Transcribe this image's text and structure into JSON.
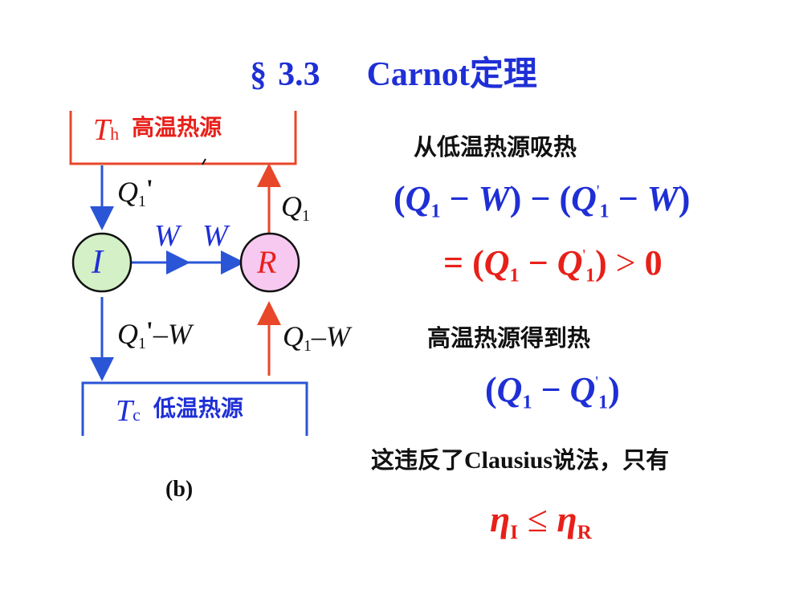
{
  "title": {
    "section_mark": "§",
    "number": "3.3",
    "text": "Carnot定理"
  },
  "diagram": {
    "hot_reservoir": {
      "symbol": "T",
      "subscript": "h",
      "label": "高温热源"
    },
    "cold_reservoir": {
      "symbol": "T",
      "subscript": "c",
      "label": "低温热源"
    },
    "engine_I": {
      "label": "I"
    },
    "engine_R": {
      "label": "R"
    },
    "work_labels": [
      "W",
      "W"
    ],
    "q_left_top": {
      "symbol": "Q",
      "subscript": "1",
      "prime": "'"
    },
    "q_right_top": {
      "symbol": "Q",
      "subscript": "1"
    },
    "q_left_bottom": {
      "symbol": "Q",
      "subscript": "1",
      "prime": "'",
      "suffix": "–W"
    },
    "q_right_bottom": {
      "symbol": "Q",
      "subscript": "1",
      "suffix": "–W"
    },
    "caption": "(b)",
    "colors": {
      "hot": "#e8472a",
      "cold": "#2a55d6",
      "engine_fill": "#d3f0c6",
      "engine_R_fill": "#f7c9f0"
    }
  },
  "right_panel": {
    "line1": "从低温热源吸热",
    "eq1": {
      "open1": "(",
      "q1": "Q",
      "q1_sub": "1",
      "minus1": " − ",
      "w1": "W",
      "close1": ")",
      "minus2": " − ",
      "open2": "(",
      "q2": "Q",
      "q2_sub": "1",
      "q2_sup": "'",
      "minus3": " − ",
      "w2": "W",
      "close2": ")"
    },
    "eq2": {
      "eq": "= ",
      "open": "(",
      "q1": "Q",
      "q1_sub": "1",
      "minus": " − ",
      "q2": "Q",
      "q2_sub": "1",
      "q2_sup": "'",
      "close": ")",
      "gt": " > ",
      "zero": "0"
    },
    "line2": "高温热源得到热",
    "eq3": {
      "open": "(",
      "q1": "Q",
      "q1_sub": "1",
      "minus": " − ",
      "q2": "Q",
      "q2_sub": "1",
      "q2_sup": "'",
      "close": ")"
    },
    "line3_prefix": "这违反了",
    "line3_name": "Clausius",
    "line3_suffix": "说法，只有",
    "eq4": {
      "eta1": "η",
      "eta1_sub": "I",
      "le": " ≤ ",
      "eta2": "η",
      "eta2_sub": "R"
    }
  }
}
